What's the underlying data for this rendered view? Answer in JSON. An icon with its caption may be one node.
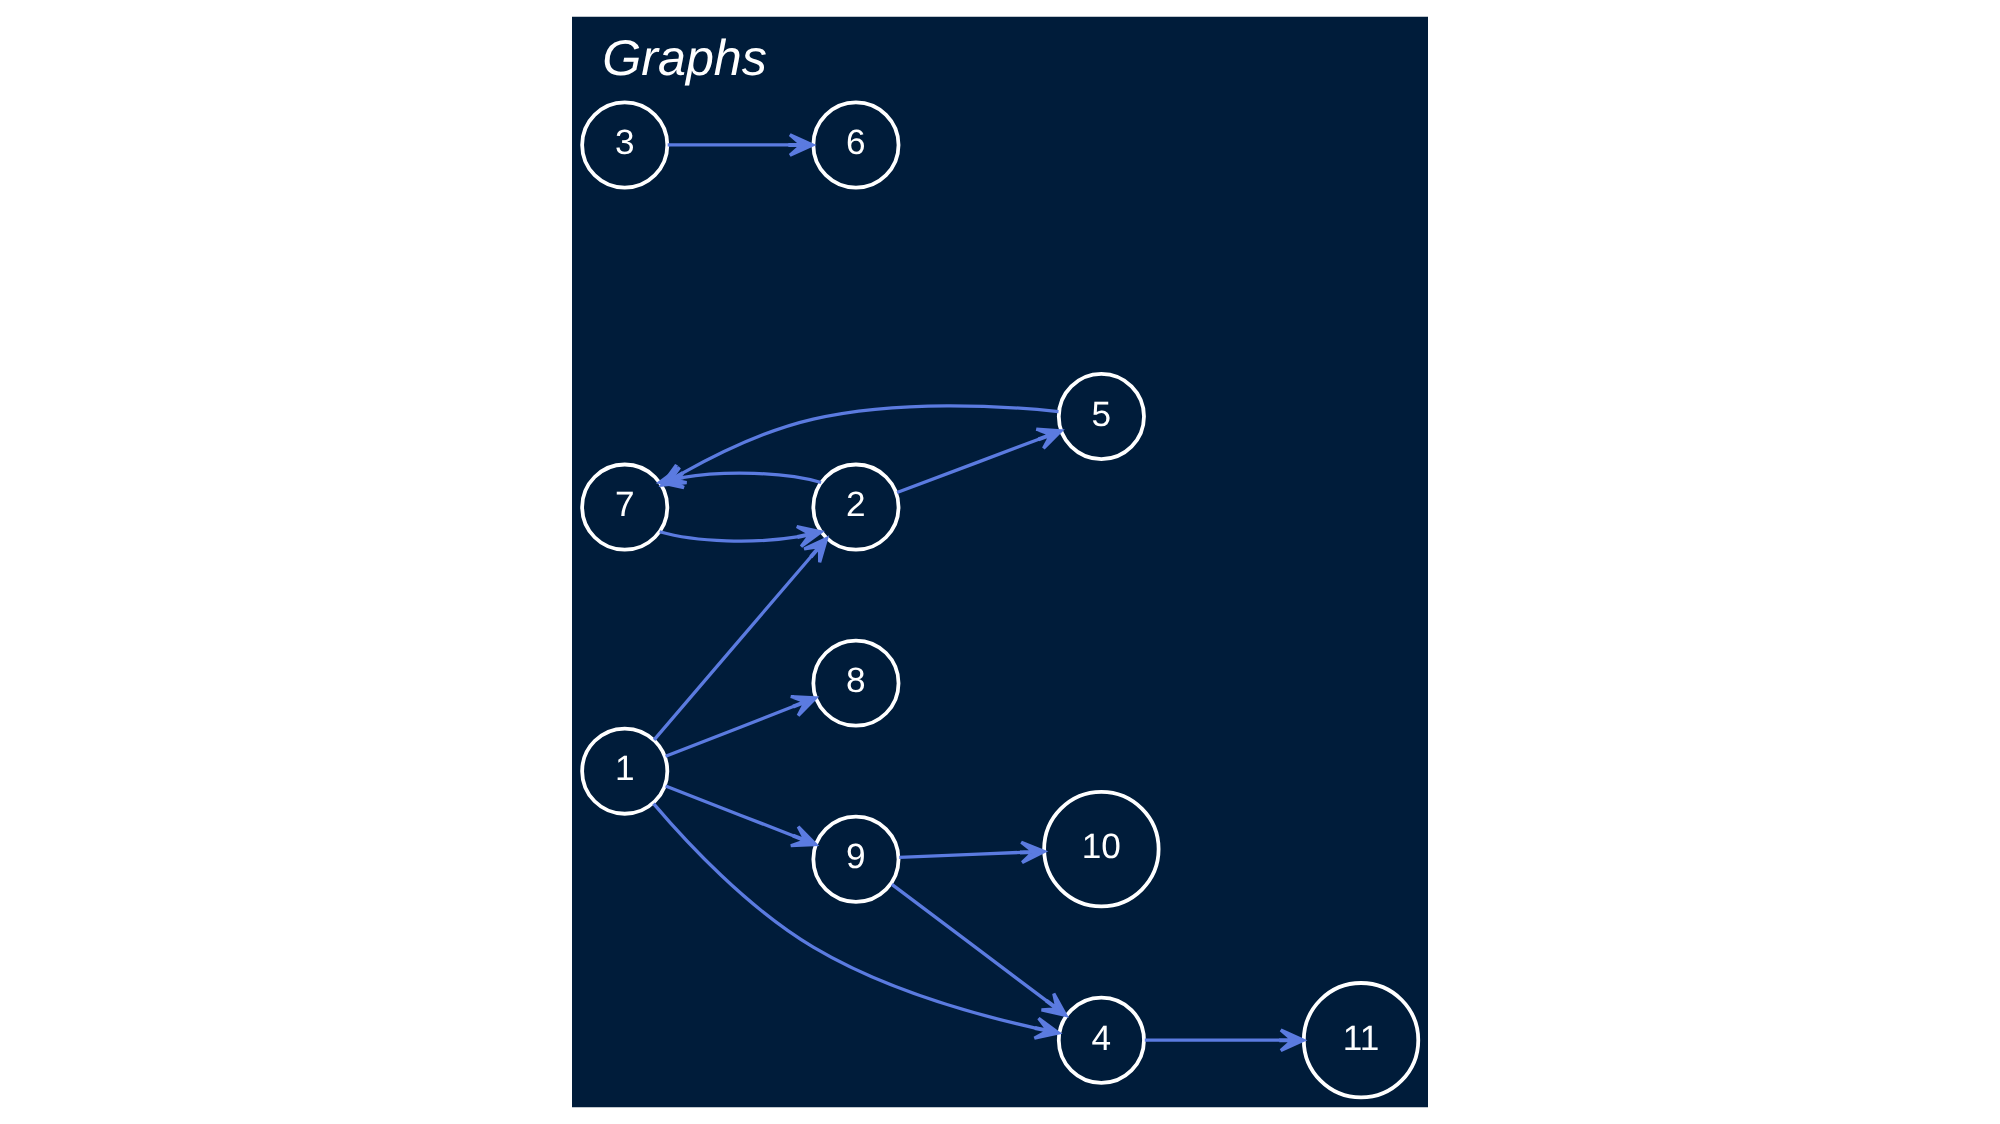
{
  "diagram": {
    "title": "Graphs",
    "nodes": [
      {
        "text": [
          "7"
        ]
      },
      {
        "text": [
          "2"
        ]
      },
      {
        "text": [
          "1"
        ]
      },
      {
        "text": [
          "6"
        ]
      },
      {
        "text": [
          "5"
        ]
      },
      {
        "text": [
          "10"
        ]
      },
      {
        "text": [
          "8"
        ]
      },
      {
        "text": [
          "3"
        ]
      },
      {
        "text": [
          "9"
        ]
      },
      {
        "text": [
          "4"
        ]
      },
      {
        "text": [
          "11"
        ]
      }
    ],
    "edges": [
      {
        "from": 2,
        "to": 1,
        "arrow": "to"
      },
      {
        "from": 1,
        "to": 0,
        "arrow": "to"
      },
      {
        "from": 0,
        "to": 1,
        "arrow": "to"
      },
      {
        "from": 1,
        "to": 4,
        "arrow": "to"
      },
      {
        "from": 4,
        "to": 0,
        "arrow": "to"
      },
      {
        "from": 2,
        "to": 6,
        "arrow": "to"
      },
      {
        "from": 2,
        "to": 8,
        "arrow": "to"
      },
      {
        "from": 2,
        "to": 9,
        "arrow": "to"
      },
      {
        "from": 8,
        "to": 5,
        "arrow": "to"
      },
      {
        "from": 8,
        "to": 9,
        "arrow": "to"
      },
      {
        "from": 9,
        "to": 10,
        "arrow": "to"
      },
      {
        "from": 7,
        "to": 3,
        "arrow": "to"
      }
    ]
  }
}
